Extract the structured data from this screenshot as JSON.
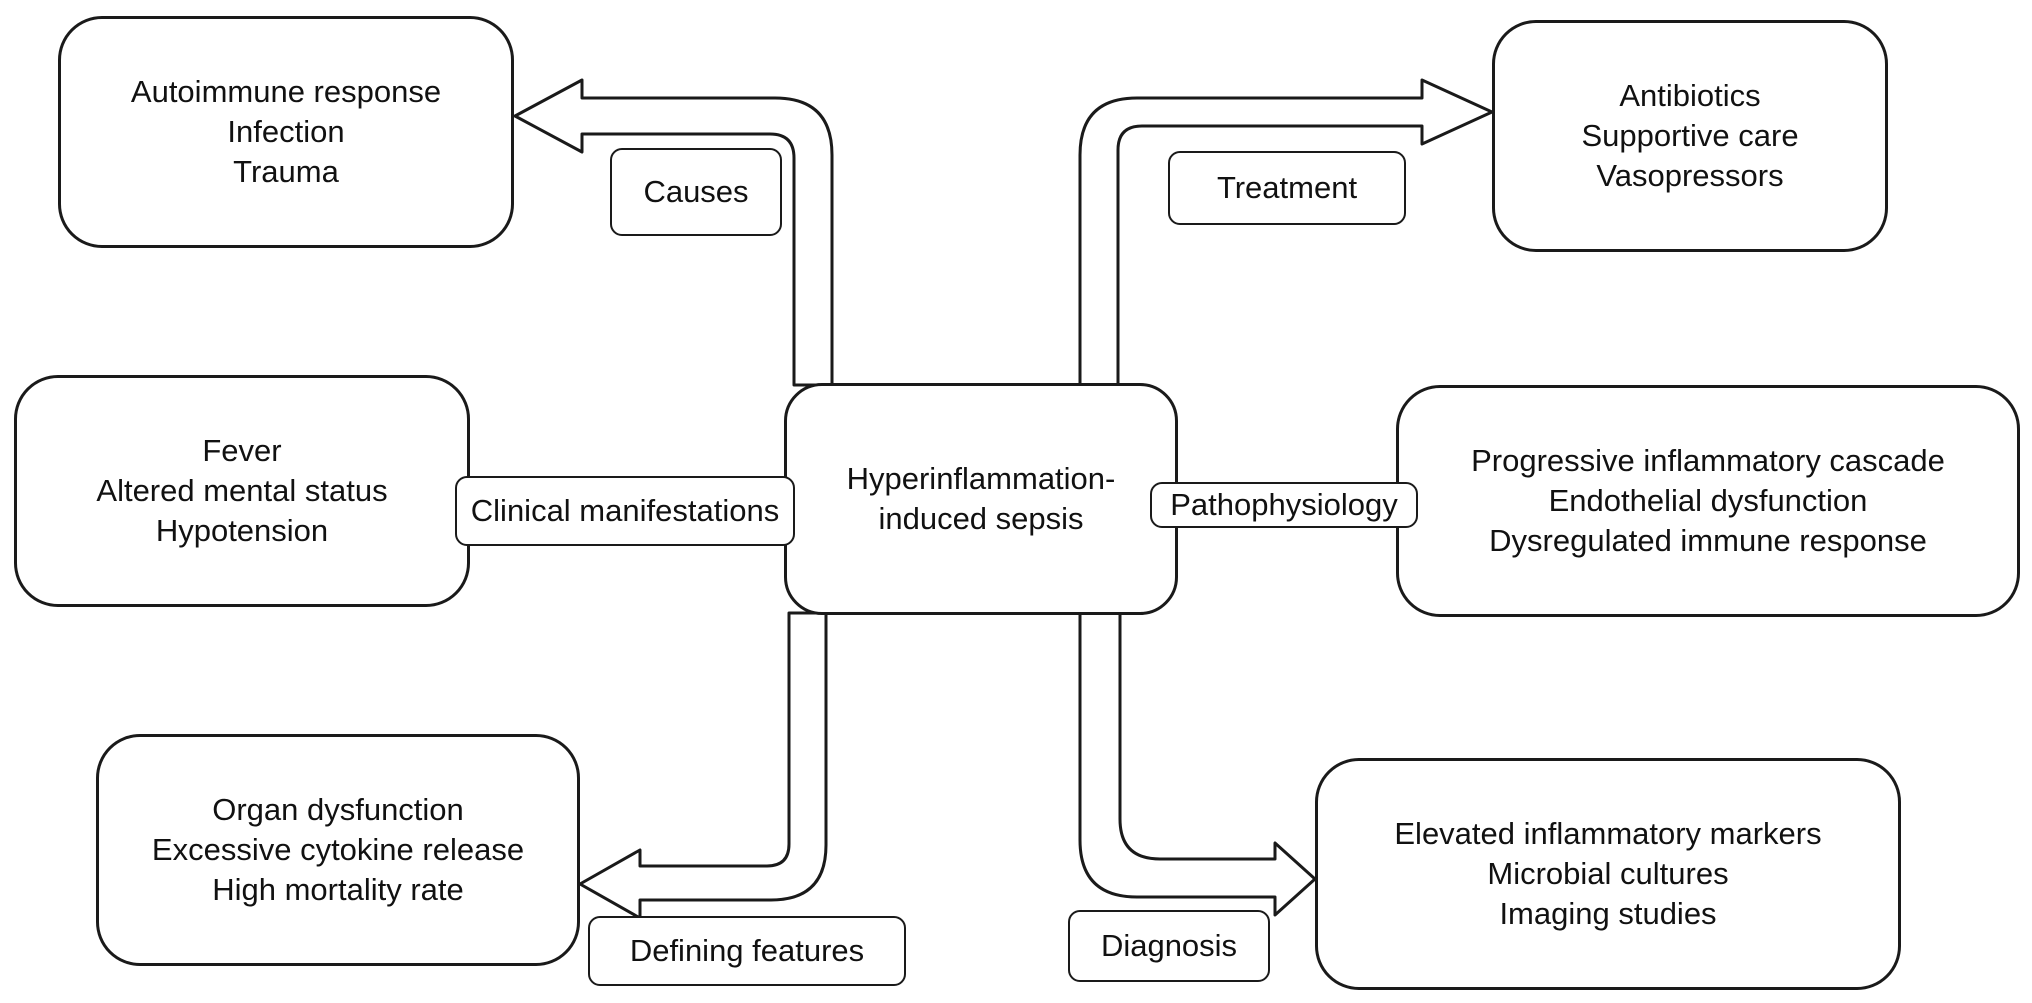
{
  "center": {
    "lines": [
      "Hyperinflammation-",
      "induced sepsis"
    ]
  },
  "branches": {
    "causes": {
      "label": "Causes",
      "items": [
        "Autoimmune response",
        "Infection",
        "Trauma"
      ]
    },
    "treatment": {
      "label": "Treatment",
      "items": [
        "Antibiotics",
        "Supportive care",
        "Vasopressors"
      ]
    },
    "clinical_manifestations": {
      "label": "Clinical manifestations",
      "items": [
        "Fever",
        "Altered mental status",
        "Hypotension"
      ]
    },
    "pathophysiology": {
      "label": "Pathophysiology",
      "items": [
        "Progressive inflammatory cascade",
        "Endothelial dysfunction",
        "Dysregulated immune response"
      ]
    },
    "defining_features": {
      "label": "Defining features",
      "items": [
        "Organ dysfunction",
        "Excessive cytokine release",
        "High mortality rate"
      ]
    },
    "diagnosis": {
      "label": "Diagnosis",
      "items": [
        "Elevated inflammatory markers",
        "Microbial cultures",
        "Imaging studies"
      ]
    }
  },
  "colors": {
    "stroke": "#1a1a1a",
    "fill": "#ffffff",
    "text": "#111111"
  }
}
